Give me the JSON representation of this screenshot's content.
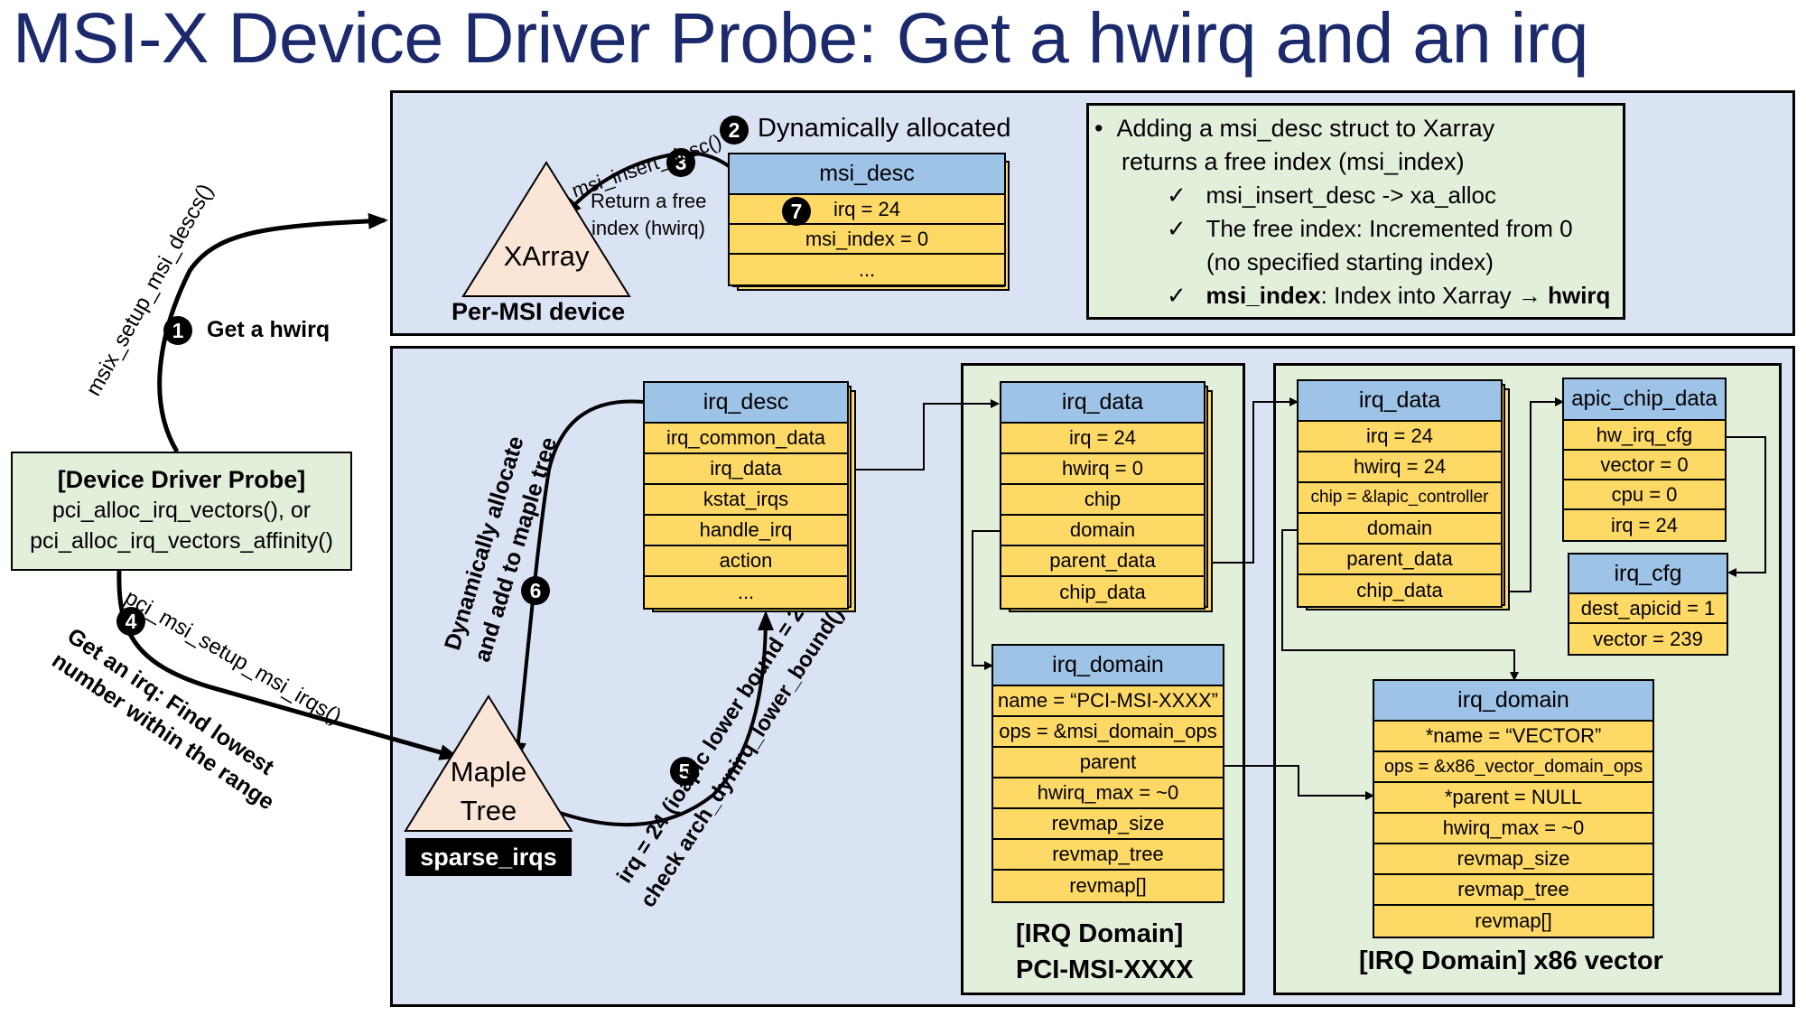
{
  "title": "MSI-X Device Driver Probe: Get a hwirq and an irq",
  "colors": {
    "panel_blue": "#dae3f3",
    "panel_green": "#e2efda",
    "struct_header": "#9dc3e6",
    "struct_row": "#ffd966",
    "tri_fill": "#fbe5d6",
    "title_color": "#1a2a6c"
  },
  "probe": {
    "title": "[Device Driver Probe]",
    "line1": "pci_alloc_irq_vectors(), or",
    "line2": "pci_alloc_irq_vectors_affinity()"
  },
  "steps": {
    "s1": {
      "num": "1",
      "label": "Get a hwirq",
      "func": "msix_setup_msi_descs()"
    },
    "s2": {
      "num": "2",
      "label": "Dynamically allocated"
    },
    "s3": {
      "num": "3",
      "func": "msi_insert_desc()",
      "ret1": "Return a free",
      "ret2": "index (hwirq)"
    },
    "s4": {
      "num": "4",
      "func": "pci_msi_setup_msi_irqs()",
      "label1": "Get an irq: Find lowest",
      "label2": "number within the range"
    },
    "s5": {
      "num": "5",
      "label1": "irq = 24 (ioapic lower bound = 24):",
      "label2": "check arch_dynirq_lower_bound()"
    },
    "s6": {
      "num": "6",
      "label1": "Dynamically allocate",
      "label2": "and add to maple tree"
    },
    "s7": {
      "num": "7"
    }
  },
  "xarray": {
    "name": "XArray",
    "caption": "Per-MSI device"
  },
  "maple": {
    "name1": "Maple",
    "name2": "Tree",
    "caption": "sparse_irqs"
  },
  "msi_desc": {
    "header": "msi_desc",
    "rows": [
      "irq = 24",
      "msi_index = 0",
      "..."
    ]
  },
  "notes": {
    "b1a": "Adding a msi_desc struct to Xarray",
    "b1b": "returns a free index (msi_index)",
    "c1": "msi_insert_desc -> xa_alloc",
    "c2a": "The free index: Incremented from 0",
    "c2b": "(no specified starting index)",
    "c3_bold": "msi_index",
    "c3_mid": ": Index into Xarray → ",
    "c3_end": "hwirq",
    "check": "✓",
    "bullet": "•"
  },
  "irq_desc": {
    "header": "irq_desc",
    "rows": [
      "irq_common_data",
      "irq_data",
      "kstat_irqs",
      "handle_irq",
      "action",
      "..."
    ]
  },
  "irq_data1": {
    "header": "irq_data",
    "rows": [
      "irq = 24",
      "hwirq = 0",
      "chip",
      "domain",
      "parent_data",
      "chip_data"
    ]
  },
  "irq_domain1": {
    "header": "irq_domain",
    "rows": [
      "name = “PCI-MSI-XXXX”",
      "ops = &msi_domain_ops",
      "parent",
      "hwirq_max = ~0",
      "revmap_size",
      "revmap_tree",
      "revmap[]"
    ]
  },
  "domain1_caption": {
    "l1": "[IRQ Domain]",
    "l2": "PCI-MSI-XXXX"
  },
  "irq_data2": {
    "header": "irq_data",
    "rows": [
      "irq = 24",
      "hwirq = 24",
      "chip = &lapic_controller",
      "domain",
      "parent_data",
      "chip_data"
    ]
  },
  "apic_chip_data": {
    "header": "apic_chip_data",
    "rows": [
      "hw_irq_cfg",
      "vector = 0",
      "cpu = 0",
      "irq = 24"
    ]
  },
  "irq_cfg": {
    "header": "irq_cfg",
    "rows": [
      "dest_apicid = 1",
      "vector = 239"
    ]
  },
  "irq_domain2": {
    "header": "irq_domain",
    "rows": [
      "*name = “VECTOR”",
      "ops = &x86_vector_domain_ops",
      "*parent = NULL",
      "hwirq_max = ~0",
      "revmap_size",
      "revmap_tree",
      "revmap[]"
    ]
  },
  "domain2_caption": "[IRQ Domain] x86 vector"
}
